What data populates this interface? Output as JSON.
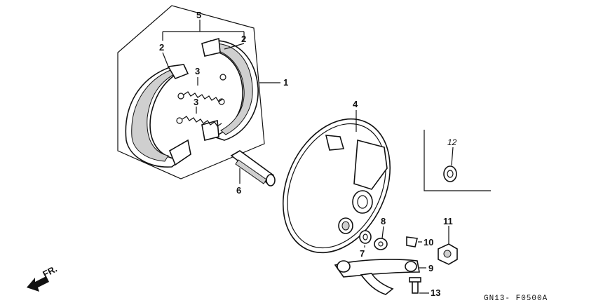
{
  "diagram": {
    "callouts": [
      {
        "id": "c1",
        "text": "1"
      },
      {
        "id": "c2a",
        "text": "2"
      },
      {
        "id": "c2b",
        "text": "2"
      },
      {
        "id": "c3a",
        "text": "3"
      },
      {
        "id": "c3b",
        "text": "3"
      },
      {
        "id": "c4",
        "text": "4"
      },
      {
        "id": "c5",
        "text": "5"
      },
      {
        "id": "c6",
        "text": "6"
      },
      {
        "id": "c7",
        "text": "7"
      },
      {
        "id": "c8",
        "text": "8"
      },
      {
        "id": "c9",
        "text": "9"
      },
      {
        "id": "c10",
        "text": "10"
      },
      {
        "id": "c11",
        "text": "11"
      },
      {
        "id": "c12",
        "text": "12"
      },
      {
        "id": "c13",
        "text": "13"
      }
    ],
    "direction_label": "FR.",
    "figure_code": "GN13- F0500A"
  }
}
